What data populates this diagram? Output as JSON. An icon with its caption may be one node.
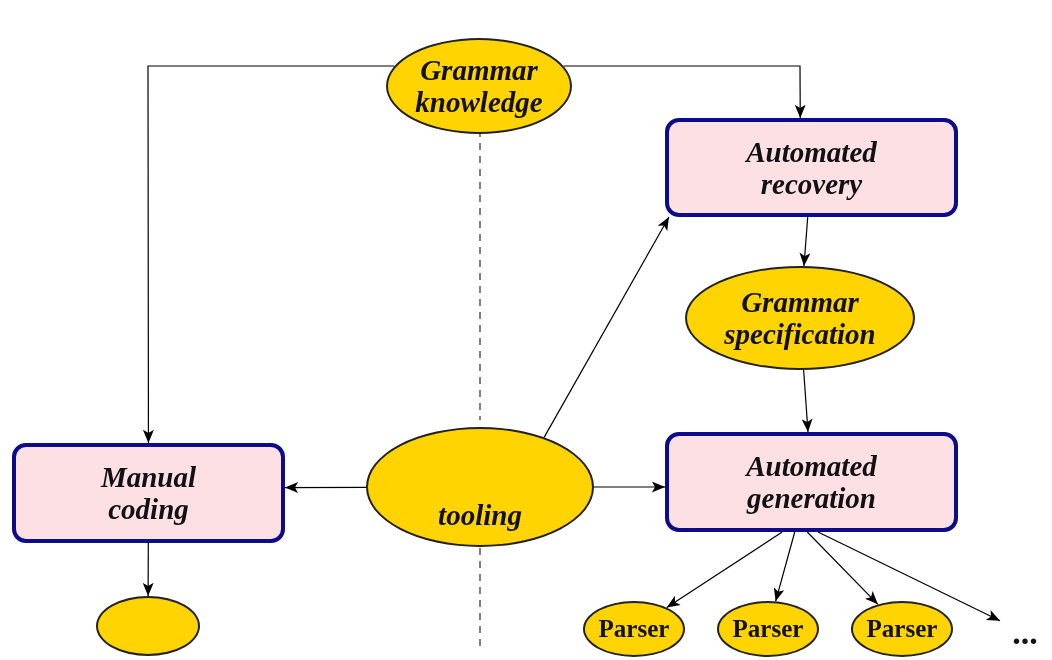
{
  "diagram": {
    "nodes": [
      {
        "text": [
          "Grammar knowledge"
        ]
      },
      {
        "text": [
          "Automated recovery"
        ]
      },
      {
        "text": [
          "Grammar specification"
        ]
      },
      {
        "text": [
          "Manual coding"
        ]
      },
      {
        "text": [
          "tooling"
        ]
      },
      {
        "text": [
          "Automated generation"
        ]
      },
      {
        "text": [],
        "shape": "circle"
      },
      {
        "text": [
          "Parser"
        ]
      },
      {
        "text": [
          "Parser"
        ]
      },
      {
        "text": [
          "Parser"
        ]
      },
      {
        "text": [
          "..."
        ]
      }
    ],
    "edges": [
      {
        "from": 0,
        "to": 3,
        "arrow": "to"
      },
      {
        "from": 0,
        "to": 1,
        "arrow": "to"
      },
      {
        "from": 4,
        "to": 1,
        "arrow": "to"
      },
      {
        "from": 1,
        "to": 2,
        "arrow": "to"
      },
      {
        "from": 2,
        "to": 5,
        "arrow": "to"
      },
      {
        "from": 4,
        "to": 3,
        "arrow": "to"
      },
      {
        "from": 4,
        "to": 5,
        "arrow": "to"
      },
      {
        "from": 3,
        "to": 6,
        "arrow": "to"
      },
      {
        "from": 5,
        "to": 7,
        "arrow": "to"
      },
      {
        "from": 5,
        "to": 8,
        "arrow": "to"
      },
      {
        "from": 5,
        "to": 9,
        "arrow": "to"
      },
      {
        "from": 5,
        "to": 10,
        "arrow": "to"
      }
    ]
  }
}
